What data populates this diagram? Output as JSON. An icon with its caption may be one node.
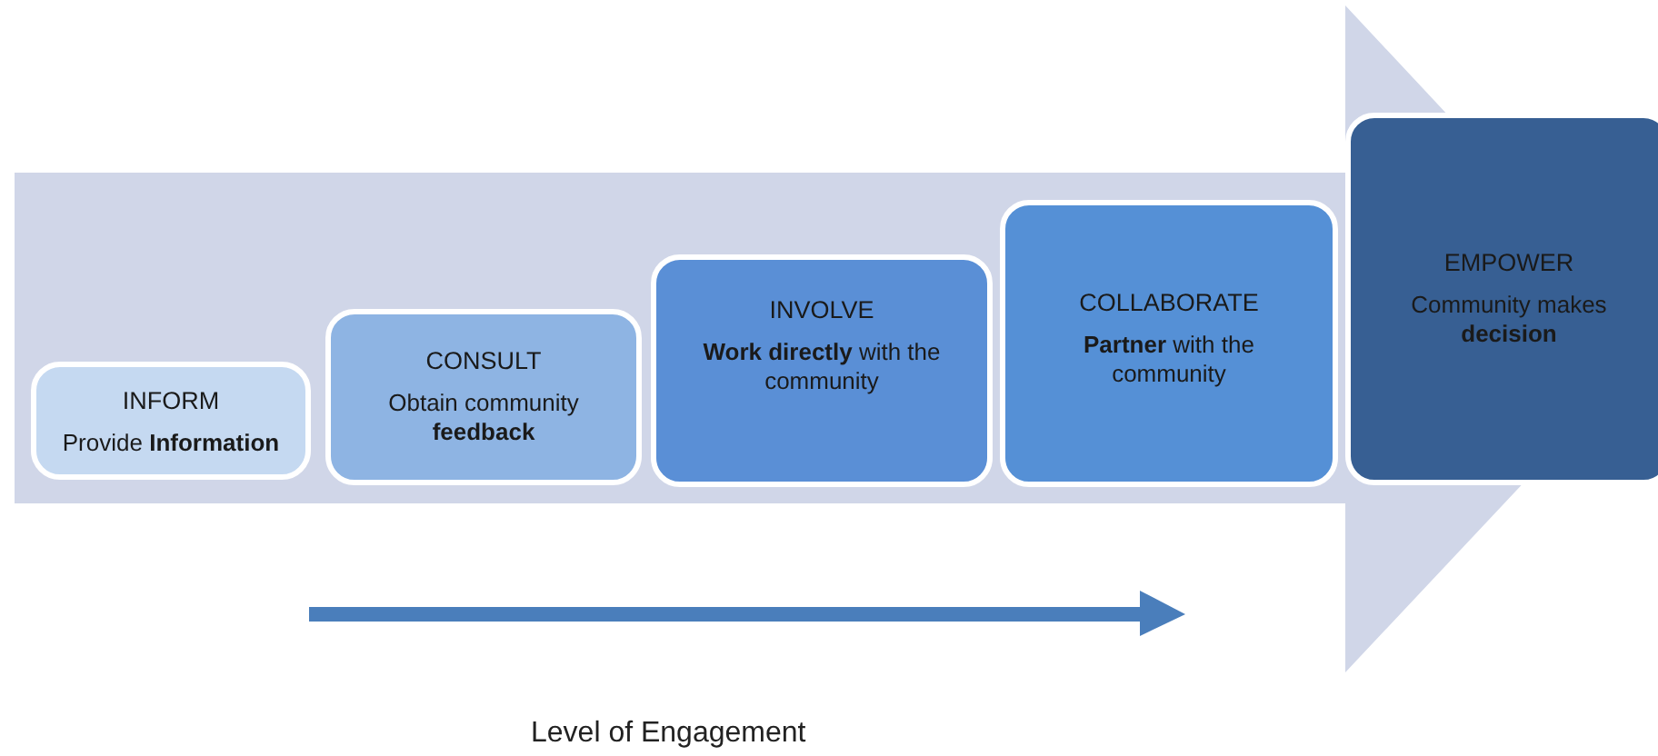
{
  "diagram": {
    "nodes": [
      {
        "text": [
          "INFORM",
          "Provide **Information**"
        ]
      },
      {
        "text": [
          "CONSULT",
          "Obtain community **feedback**"
        ]
      },
      {
        "text": [
          "INVOLVE",
          "**Work directly** with the community"
        ]
      },
      {
        "text": [
          "COLLABORATE",
          "**Partner** with the community"
        ]
      },
      {
        "text": [
          "EMPOWER",
          "Community makes **decision**"
        ]
      }
    ],
    "edges": [
      {
        "from": 0,
        "to": 4,
        "arrow": "to"
      }
    ],
    "labels": [
      "Level of Engagement"
    ]
  }
}
